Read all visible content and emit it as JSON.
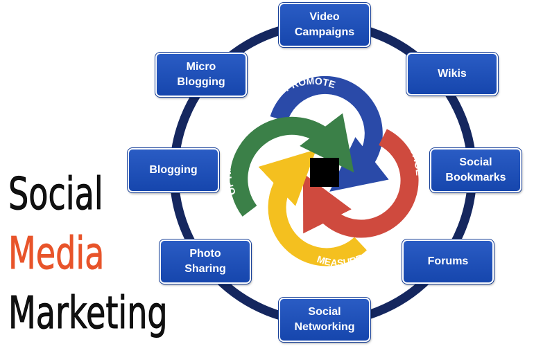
{
  "title": {
    "line1": "Social",
    "line2": "Media",
    "line3": "Marketing",
    "color_primary": "#111111",
    "color_accent": "#e8542a"
  },
  "colors": {
    "ring": "#15275f",
    "box_fill": "#1f52b8",
    "promote": "#2a4aa8",
    "engage": "#cf4a3e",
    "measure": "#f4c01f",
    "optimize": "#3b8048",
    "center": "#000000"
  },
  "cycle": {
    "promote": "PROMOTE",
    "engage": "ENGAGE",
    "measure": "MEASURE",
    "optimize": "OPTIMIZE"
  },
  "channels": [
    {
      "line1": "Video",
      "line2": "Campaigns"
    },
    {
      "line1": "Wikis",
      "line2": ""
    },
    {
      "line1": "Social",
      "line2": "Bookmarks"
    },
    {
      "line1": "Forums",
      "line2": ""
    },
    {
      "line1": "Social",
      "line2": "Networking"
    },
    {
      "line1": "Photo",
      "line2": "Sharing"
    },
    {
      "line1": "Blogging",
      "line2": ""
    },
    {
      "line1": "Micro",
      "line2": "Blogging"
    }
  ]
}
